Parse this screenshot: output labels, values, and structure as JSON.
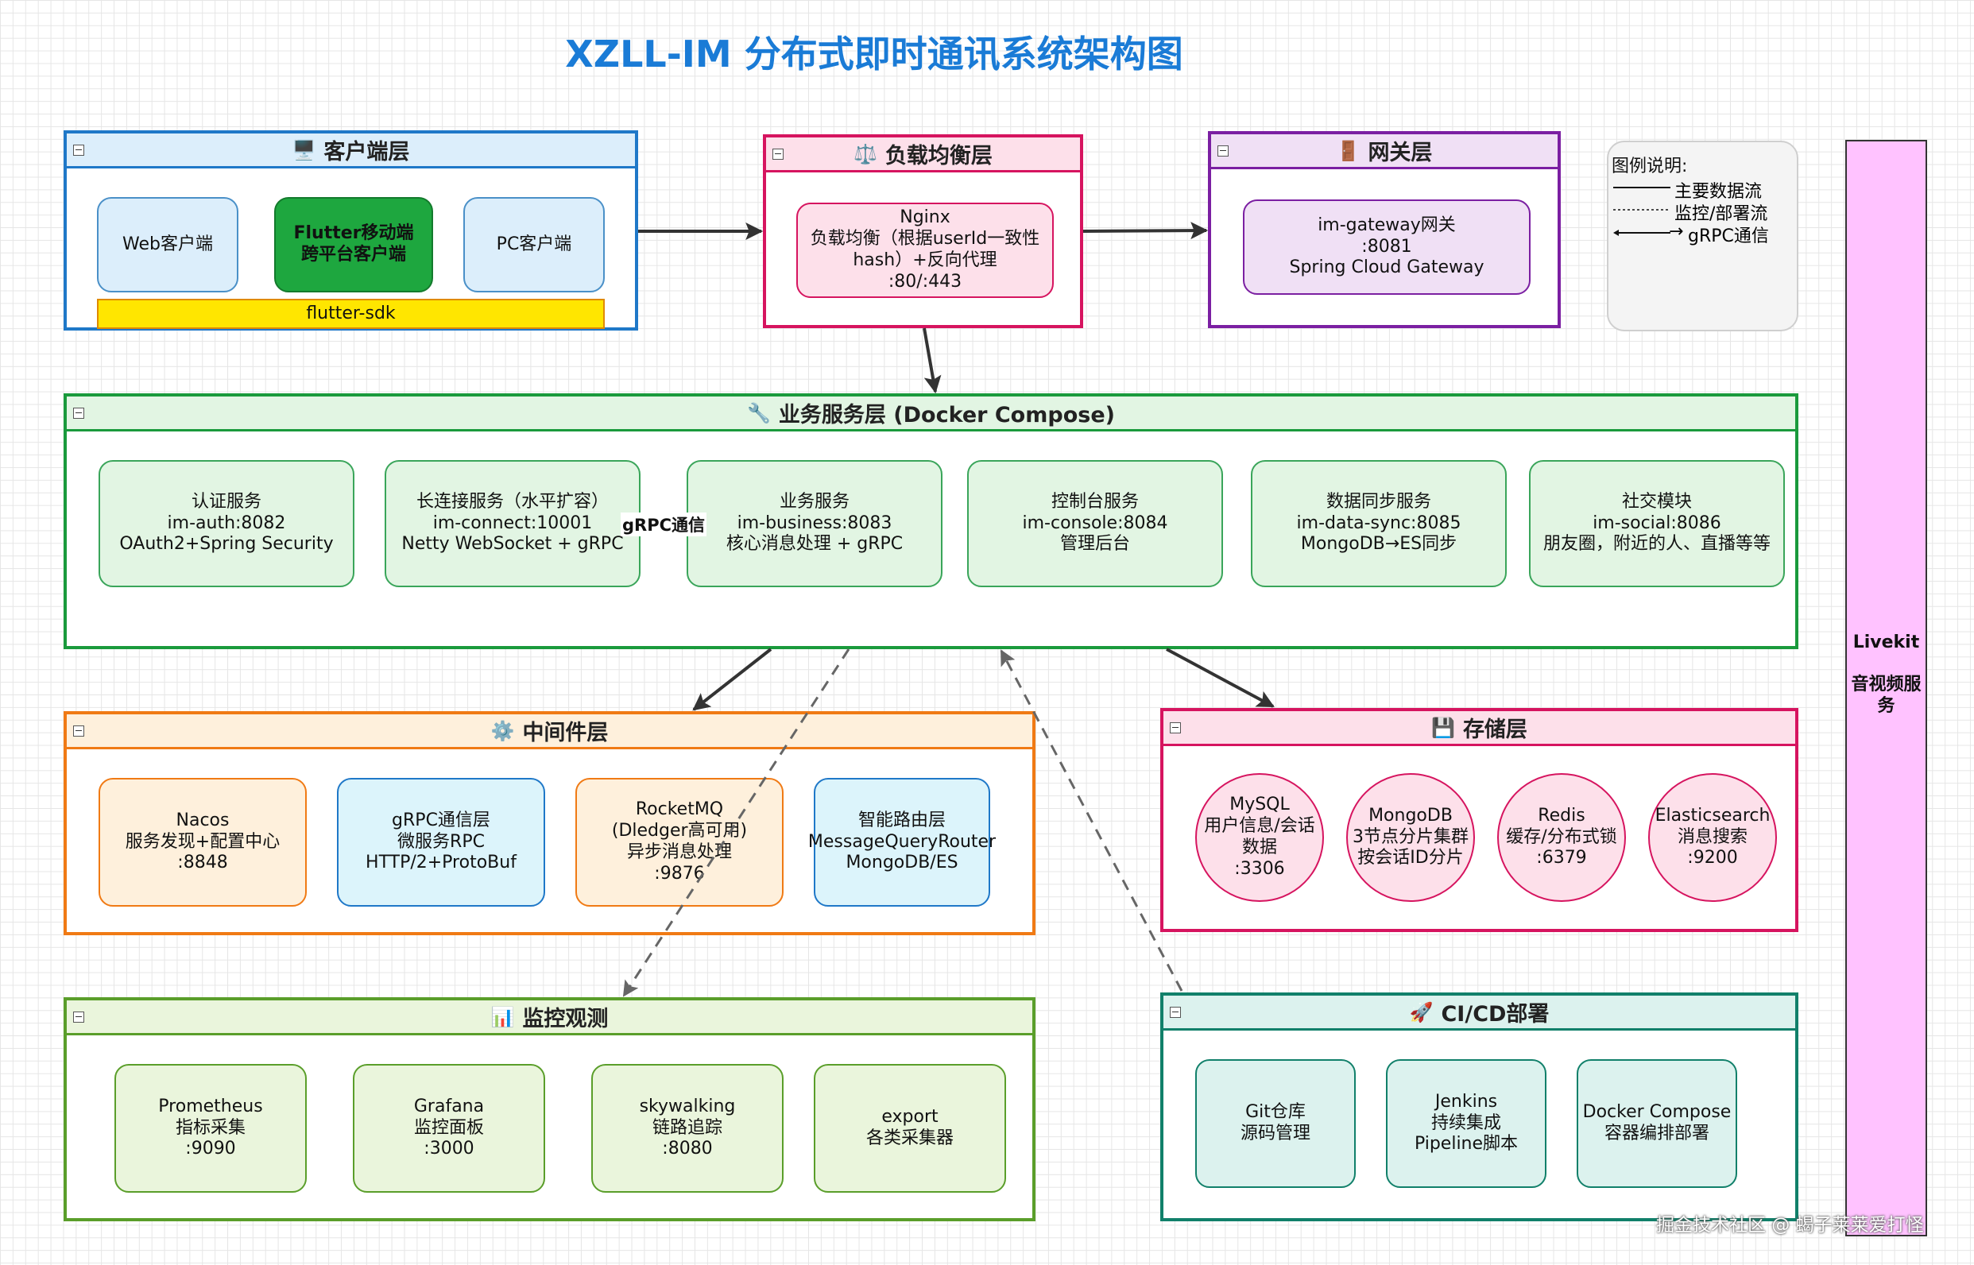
{
  "title": "XZLL-IM 分布式即时通讯系统架构图",
  "layers": {
    "client": {
      "title": "客户端层",
      "icon": "🖥️",
      "nodes": [
        {
          "lines": [
            "Web客户端"
          ]
        },
        {
          "lines": [
            "Flutter移动端",
            "跨平台客户端"
          ]
        },
        {
          "lines": [
            "PC客户端"
          ]
        }
      ],
      "sdk": "flutter-sdk"
    },
    "lb": {
      "title": "负载均衡层",
      "icon": "⚖️",
      "node": {
        "lines": [
          "Nginx",
          "负载均衡（根据userId一致性",
          "hash）+反向代理",
          ":80/:443"
        ]
      }
    },
    "gateway": {
      "title": "网关层",
      "icon": "🚪",
      "node": {
        "lines": [
          "im-gateway网关",
          ":8081",
          "Spring Cloud Gateway"
        ]
      }
    },
    "service": {
      "title": "业务服务层 (Docker Compose)",
      "icon": "🔧",
      "nodes": [
        {
          "lines": [
            "认证服务",
            "im-auth:8082",
            "OAuth2+Spring Security"
          ]
        },
        {
          "lines": [
            "长连接服务（水平扩容）",
            "im-connect:10001",
            "Netty WebSocket + gRPC"
          ]
        },
        {
          "lines": [
            "业务服务",
            "im-business:8083",
            "核心消息处理 + gRPC"
          ]
        },
        {
          "lines": [
            "控制台服务",
            "im-console:8084",
            "管理后台"
          ]
        },
        {
          "lines": [
            "数据同步服务",
            "im-data-sync:8085",
            "MongoDB→ES同步"
          ]
        },
        {
          "lines": [
            "社交模块",
            "im-social:8086",
            "朋友圈，附近的人、直播等等"
          ]
        }
      ],
      "grpc_label": "gRPC通信"
    },
    "middleware": {
      "title": "中间件层",
      "icon": "⚙️",
      "nodes": [
        {
          "lines": [
            "Nacos",
            "服务发现+配置中心",
            ":8848"
          ]
        },
        {
          "lines": [
            "gRPC通信层",
            "微服务RPC",
            "HTTP/2+ProtoBuf"
          ]
        },
        {
          "lines": [
            "RocketMQ",
            "(Dledger高可用)",
            "异步消息处理",
            ":9876"
          ]
        },
        {
          "lines": [
            "智能路由层",
            "MessageQueryRouter",
            "MongoDB/ES"
          ]
        }
      ]
    },
    "storage": {
      "title": "存储层",
      "icon": "💾",
      "nodes": [
        {
          "lines": [
            "MySQL",
            "用户信息/会话",
            "数据",
            ":3306"
          ]
        },
        {
          "lines": [
            "MongoDB",
            "3节点分片集群",
            "按会话ID分片"
          ]
        },
        {
          "lines": [
            "Redis",
            "缓存/分布式锁",
            ":6379"
          ]
        },
        {
          "lines": [
            "Elasticsearch",
            "消息搜索",
            ":9200"
          ]
        }
      ]
    },
    "monitor": {
      "title": "监控观测",
      "icon": "📊",
      "nodes": [
        {
          "lines": [
            "Prometheus",
            "指标采集",
            ":9090"
          ]
        },
        {
          "lines": [
            "Grafana",
            "监控面板",
            ":3000"
          ]
        },
        {
          "lines": [
            "skywalking",
            "链路追踪",
            ":8080"
          ]
        },
        {
          "lines": [
            "export",
            "各类采集器"
          ]
        }
      ]
    },
    "cicd": {
      "title": "CI/CD部署",
      "icon": "🚀",
      "nodes": [
        {
          "lines": [
            "Git仓库",
            "源码管理"
          ]
        },
        {
          "lines": [
            "Jenkins",
            "持续集成",
            "Pipeline脚本"
          ]
        },
        {
          "lines": [
            "Docker Compose",
            "容器编排部署"
          ]
        }
      ]
    }
  },
  "legend": {
    "title": "图例说明:",
    "items": [
      "主要数据流",
      "监控/部署流",
      "gRPC通信"
    ]
  },
  "livekit": {
    "lines": [
      "Livekit",
      "",
      "音视频服",
      "务"
    ]
  },
  "watermark": "掘金技术社区 @ 蝎子莱莱爱打怪",
  "colors": {
    "client": "#1f78c8",
    "lb": "#d6145f",
    "gateway": "#7b1fa2",
    "service": "#1a9a3c",
    "middleware": "#f07a14",
    "storage": "#d6145f",
    "monitor": "#5a9e2a",
    "cicd": "#11806a",
    "livekit": "#ff99ff"
  }
}
